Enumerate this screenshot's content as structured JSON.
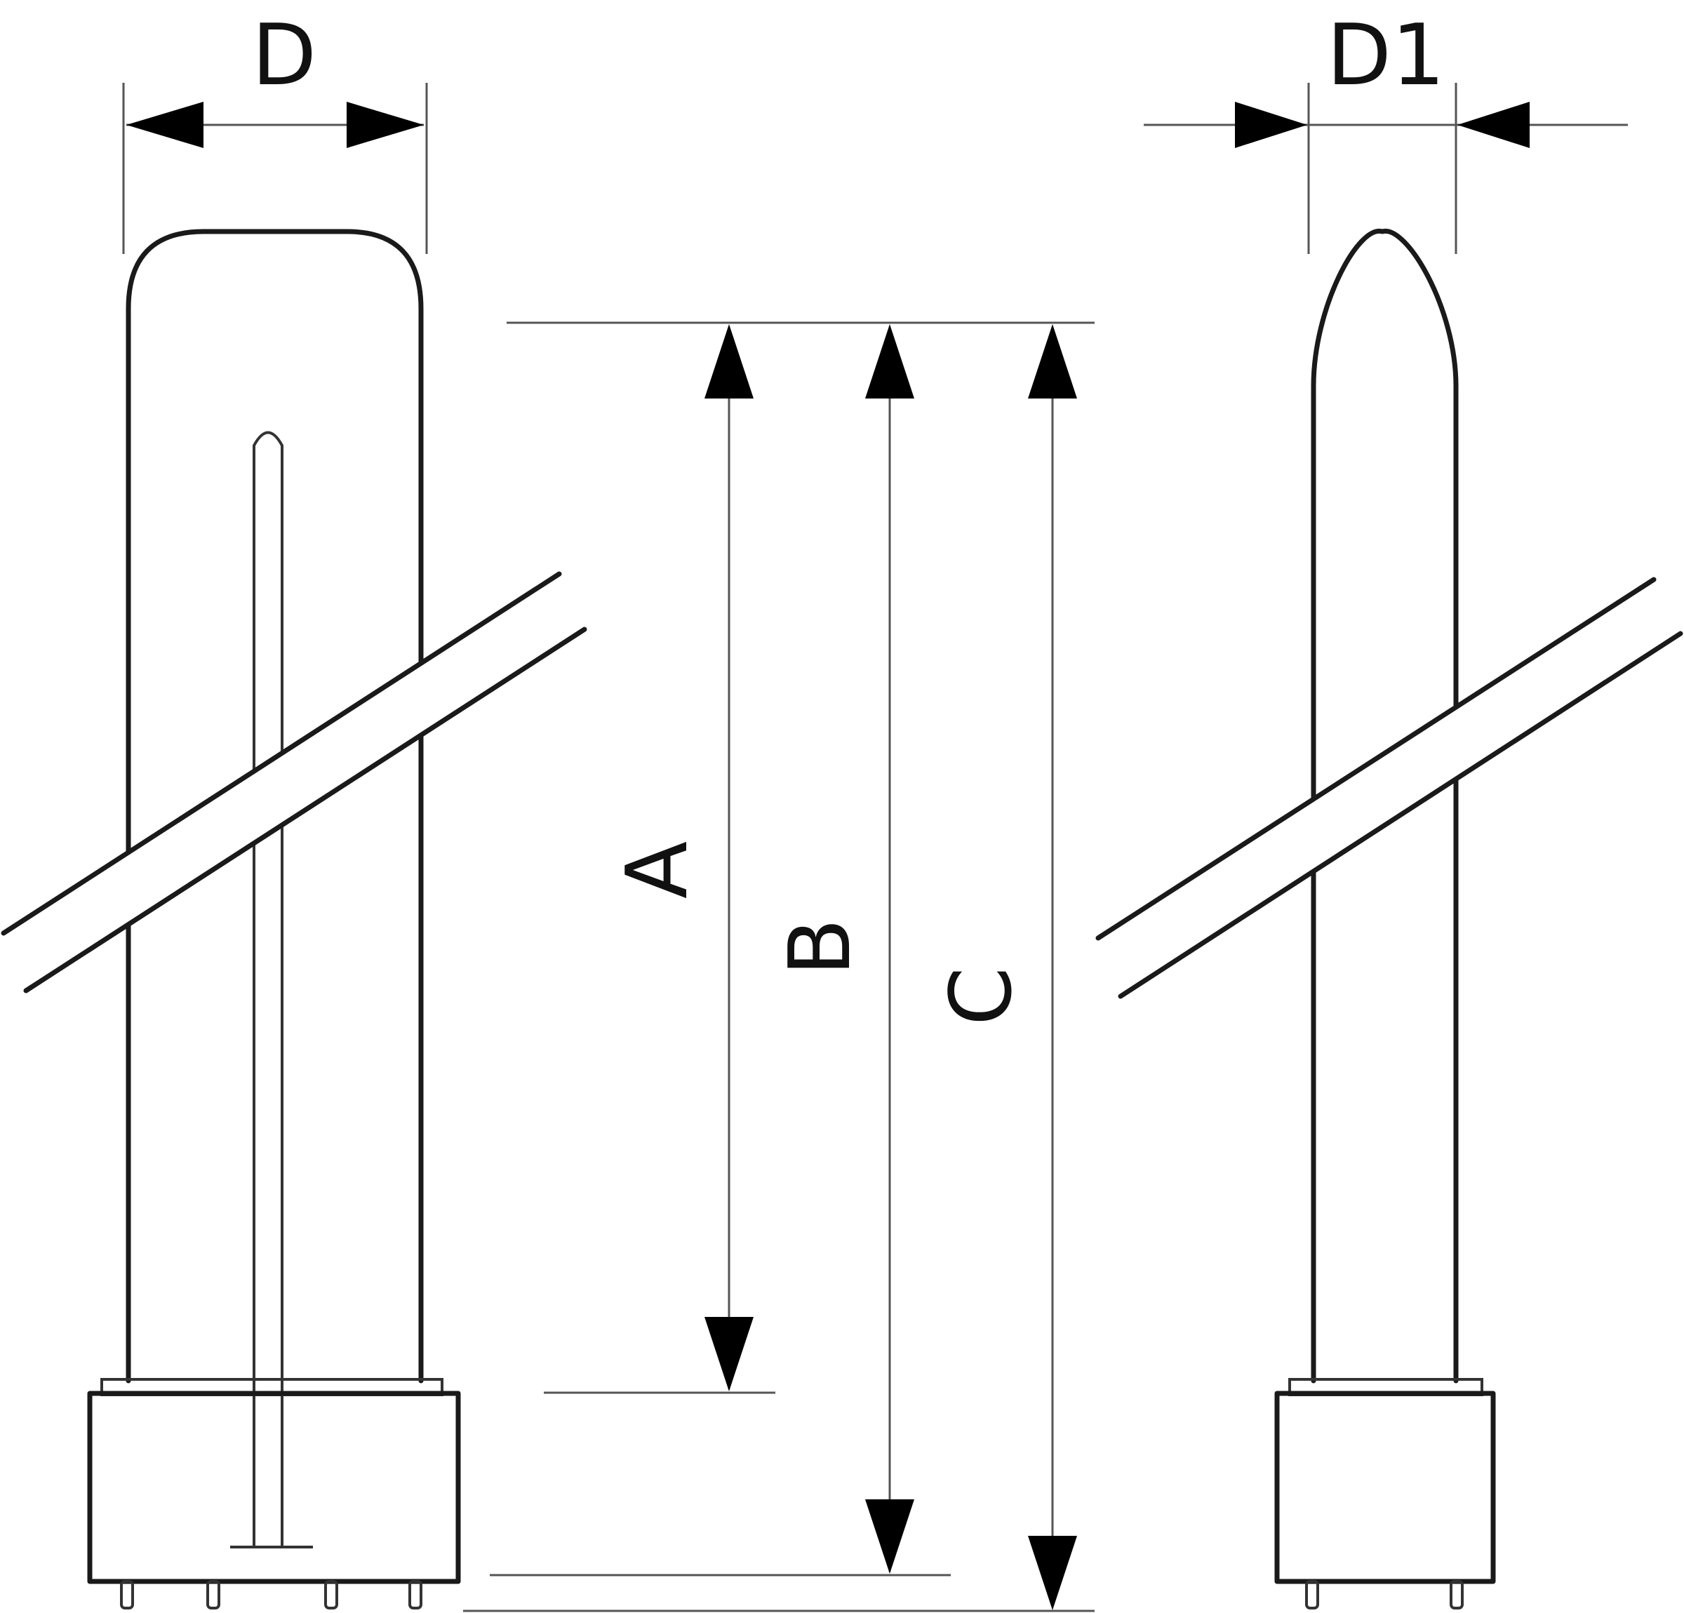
{
  "diagram": {
    "labels": {
      "d": "D",
      "d1": "D1",
      "a": "A",
      "b": "B",
      "c": "C"
    },
    "colors": {
      "outline": "#1a1a1a",
      "dimension_line": "#555555",
      "background": "#ffffff"
    }
  }
}
